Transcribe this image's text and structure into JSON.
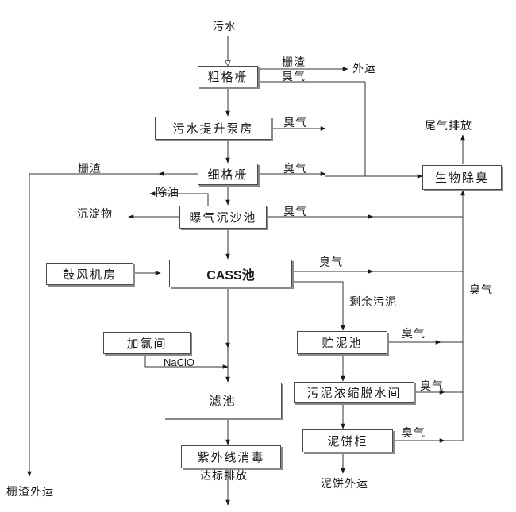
{
  "boxes": {
    "coarse_screen": "粗格栅",
    "pump_house": "污水提升泵房",
    "fine_screen": "细格栅",
    "grit_chamber": "曝气沉沙池",
    "blower_room": "鼓风机房",
    "cass_tank": "CASS池",
    "chlorination_room": "加氯间",
    "filter_tank": "滤池",
    "uv_disinfection": "紫外线消毒",
    "sludge_storage": "贮泥池",
    "sludge_dewatering": "污泥浓缩脱水间",
    "cake_cabinet": "泥饼柜",
    "bio_deodorization": "生物除臭"
  },
  "labels": {
    "sewage_in": "污水",
    "screenings_top": "栅渣",
    "haul_out": "外运",
    "odor_coarse": "臭气",
    "odor_pump": "臭气",
    "odor_fine": "臭气",
    "odor_grit": "臭气",
    "odor_cass": "臭气",
    "odor_storage": "臭气",
    "odor_dewater": "臭气",
    "odor_cake": "臭气",
    "odor_vertical": "臭气",
    "exhaust": "尾气排放",
    "screenings_left": "栅渣",
    "oil_removal": "除油",
    "sediment": "沉淀物",
    "excess_sludge": "剩余污泥",
    "naclo": "NaClO",
    "discharge": "达标排放",
    "cake_out": "泥饼外运",
    "screenings_haul": "栅渣外运"
  }
}
